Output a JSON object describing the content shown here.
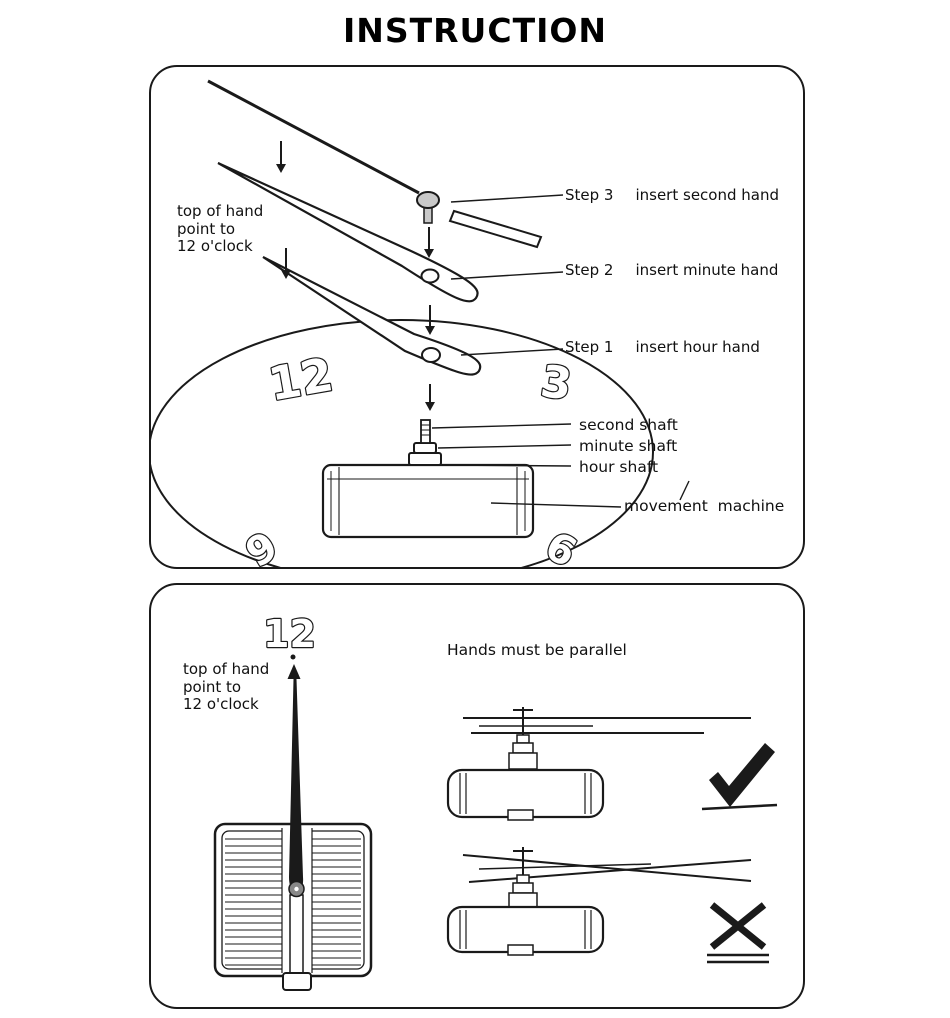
{
  "title": "INSTRUCTION",
  "colors": {
    "ink": "#1a1a1a",
    "background": "#ffffff",
    "metal": "#c9c9c9"
  },
  "icons": {
    "correct": "checkmark-icon",
    "incorrect": "cross-icon",
    "insert_direction": "down-arrow-icon",
    "pointing_direction": "up-arrow-icon"
  },
  "panel_assembly": {
    "hand_note": {
      "line1": "top of hand",
      "line2": "point to",
      "line3": "12 o'clock"
    },
    "steps": [
      {
        "label": "Step 3",
        "action": "insert second hand"
      },
      {
        "label": "Step 2",
        "action": "insert minute hand"
      },
      {
        "label": "Step 1",
        "action": "insert hour hand"
      }
    ],
    "part_labels": {
      "second_shaft": "second shaft",
      "minute_shaft": "minute shaft",
      "hour_shaft": "hour shaft",
      "movement_machine": "movement  machine"
    },
    "clock_numbers": {
      "twelve": "12",
      "three": "3",
      "nine": "9",
      "six": "6"
    }
  },
  "panel_alignment": {
    "clock_number": "12",
    "hand_note": {
      "line1": "top of hand",
      "line2": "point to",
      "line3": "12 o'clock"
    },
    "heading": "Hands must be parallel"
  }
}
